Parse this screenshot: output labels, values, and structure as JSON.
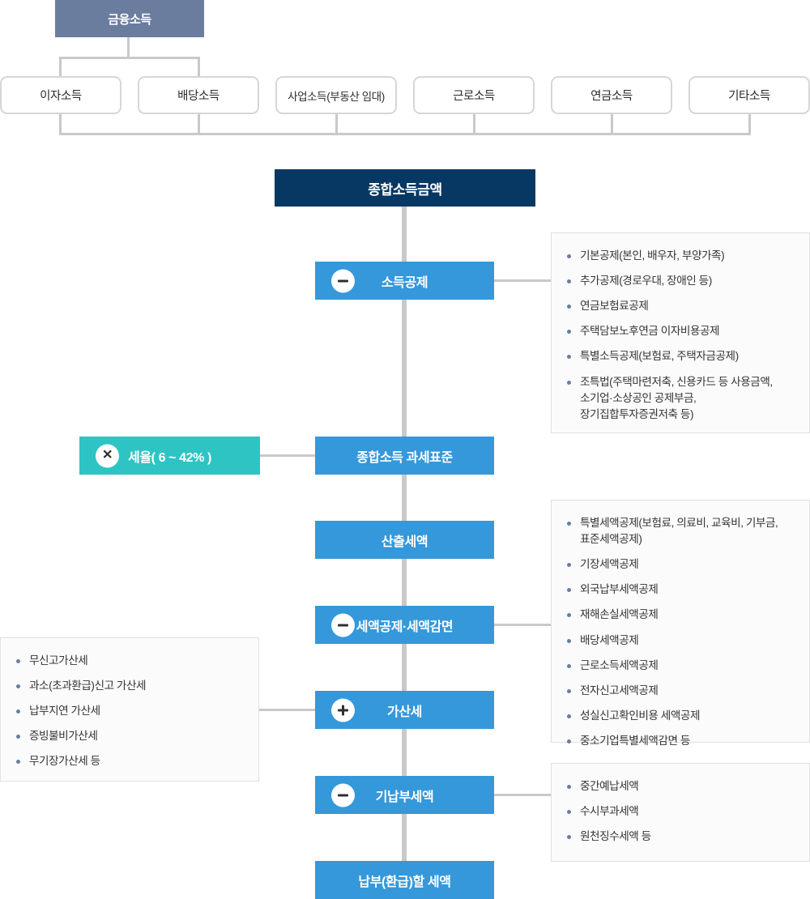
{
  "diagram": {
    "title": "종합소득세 계산 흐름도",
    "colors": {
      "source_box": "#6b7d9e",
      "navy_box": "#073863",
      "blue_box": "#3498db",
      "teal_box": "#2ec4c4",
      "connector": "#c9c9c9",
      "panel_bg": "#fbfbfb",
      "panel_border": "#e0e0e0",
      "bullet": "#6b7d9e"
    }
  },
  "source": {
    "label": "금융소득"
  },
  "income_types": [
    {
      "label": "이자소득"
    },
    {
      "label": "배당소득"
    },
    {
      "label": "사업소득(부동산 임대)"
    },
    {
      "label": "근로소득"
    },
    {
      "label": "연금소득"
    },
    {
      "label": "기타소득"
    }
  ],
  "steps": {
    "gross_income": {
      "label": "종합소득금액",
      "operator": ""
    },
    "income_deduction": {
      "label": "소득공제",
      "operator": "minus"
    },
    "tax_base": {
      "label": "종합소득 과세표준",
      "operator": ""
    },
    "tax_rate": {
      "label": "세율( 6 ~ 42% )",
      "operator": "multiply"
    },
    "calculated_tax": {
      "label": "산출세액",
      "operator": ""
    },
    "tax_credit": {
      "label": "세액공제·세액감면",
      "operator": "minus"
    },
    "penalty_tax": {
      "label": "가산세",
      "operator": "plus"
    },
    "prepaid_tax": {
      "label": "기납부세액",
      "operator": "minus"
    },
    "final_tax": {
      "label": "납부(환급)할 세액",
      "operator": ""
    }
  },
  "panels": {
    "income_deduction_items": [
      {
        "text": "기본공제(본인, 배우자, 부양가족)"
      },
      {
        "text": "추가공제(경로우대, 장애인 등)"
      },
      {
        "text": "연금보험료공제"
      },
      {
        "text": "주택담보노후연금 이자비용공제"
      },
      {
        "text": "특별소득공제(보험료, 주택자금공제)"
      },
      {
        "text": "조특법(주택마련저축, 신용카드 등 사용금액,",
        "line2": "소기업·소상공인 공제부금,",
        "line3": "장기집합투자증권저축 등)"
      }
    ],
    "tax_credit_items": [
      {
        "text": "특별세액공제(보험료, 의료비, 교육비, 기부금,",
        "line2": "표준세액공제)"
      },
      {
        "text": "기장세액공제"
      },
      {
        "text": "외국납부세액공제"
      },
      {
        "text": "재해손실세액공제"
      },
      {
        "text": "배당세액공제"
      },
      {
        "text": "근로소득세액공제"
      },
      {
        "text": "전자신고세액공제"
      },
      {
        "text": "성실신고확인비용 세액공제"
      },
      {
        "text": "중소기업특별세액감면 등"
      }
    ],
    "penalty_tax_items": [
      {
        "text": "무신고가산세"
      },
      {
        "text": "과소(초과환급)신고 가산세"
      },
      {
        "text": "납부지연 가산세"
      },
      {
        "text": "증빙불비가산세"
      },
      {
        "text": "무기장가산세 등"
      }
    ],
    "prepaid_tax_items": [
      {
        "text": "중간예납세액"
      },
      {
        "text": "수시부과세액"
      },
      {
        "text": "원천징수세액 등"
      }
    ]
  }
}
